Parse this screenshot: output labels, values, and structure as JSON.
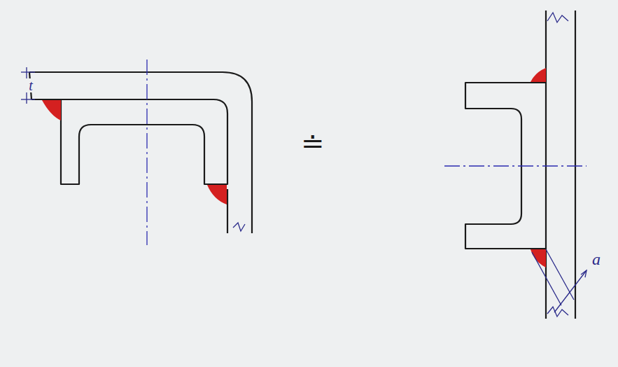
{
  "diagram": {
    "labels": [
      "t",
      "≐",
      "a"
    ]
  }
}
